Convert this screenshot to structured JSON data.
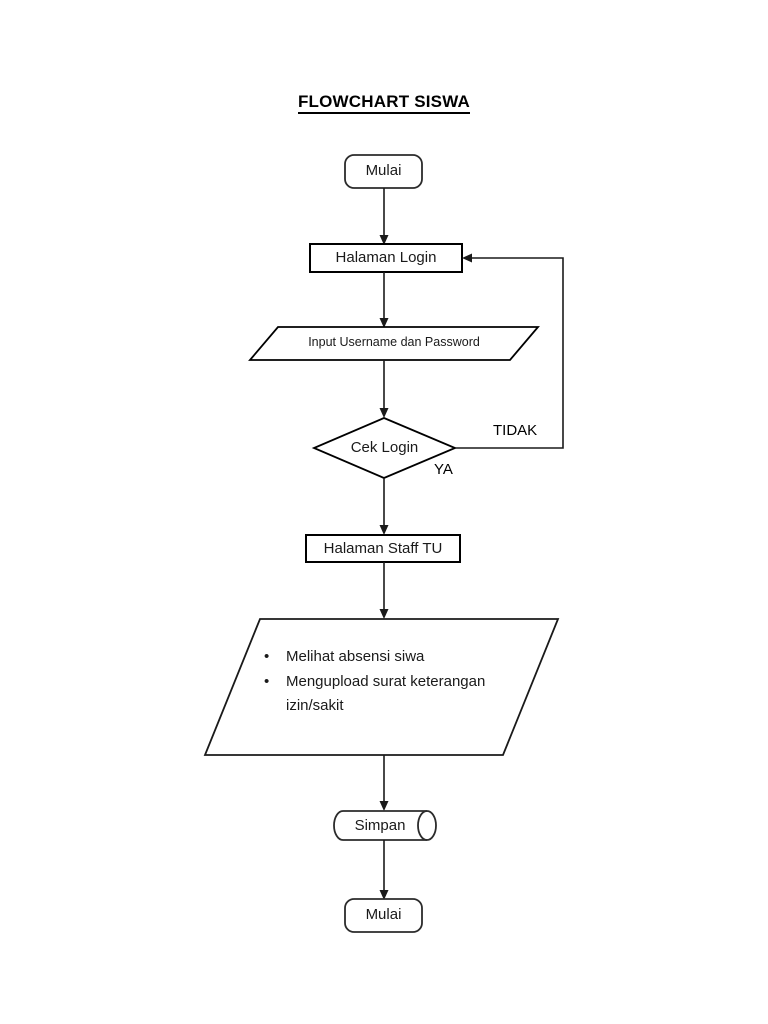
{
  "document": {
    "title": "FLOWCHART SISWA"
  },
  "flowchart": {
    "type": "flowchart",
    "orientation": "top-to-bottom",
    "nodes": [
      {
        "id": "start",
        "shape": "terminator",
        "label": "Mulai"
      },
      {
        "id": "login_page",
        "shape": "process",
        "label": "Halaman Login"
      },
      {
        "id": "input_creds",
        "shape": "parallelogram",
        "label": "Input Username dan Password"
      },
      {
        "id": "check_login",
        "shape": "decision",
        "label": "Cek Login"
      },
      {
        "id": "staff_page",
        "shape": "process",
        "label": "Halaman Staff TU"
      },
      {
        "id": "actions",
        "shape": "parallelogram",
        "label": "",
        "bullets": [
          "Melihat absensi siwa",
          "Mengupload surat keterangan izin/sakit"
        ]
      },
      {
        "id": "save",
        "shape": "cylinder",
        "label": "Simpan"
      },
      {
        "id": "end",
        "shape": "terminator",
        "label": "Mulai"
      }
    ],
    "edge_labels": {
      "yes": "YA",
      "no": "TIDAK"
    },
    "colors": {
      "stroke": "#000000",
      "fill": "#ffffff",
      "text": "#1a1a1a"
    }
  }
}
